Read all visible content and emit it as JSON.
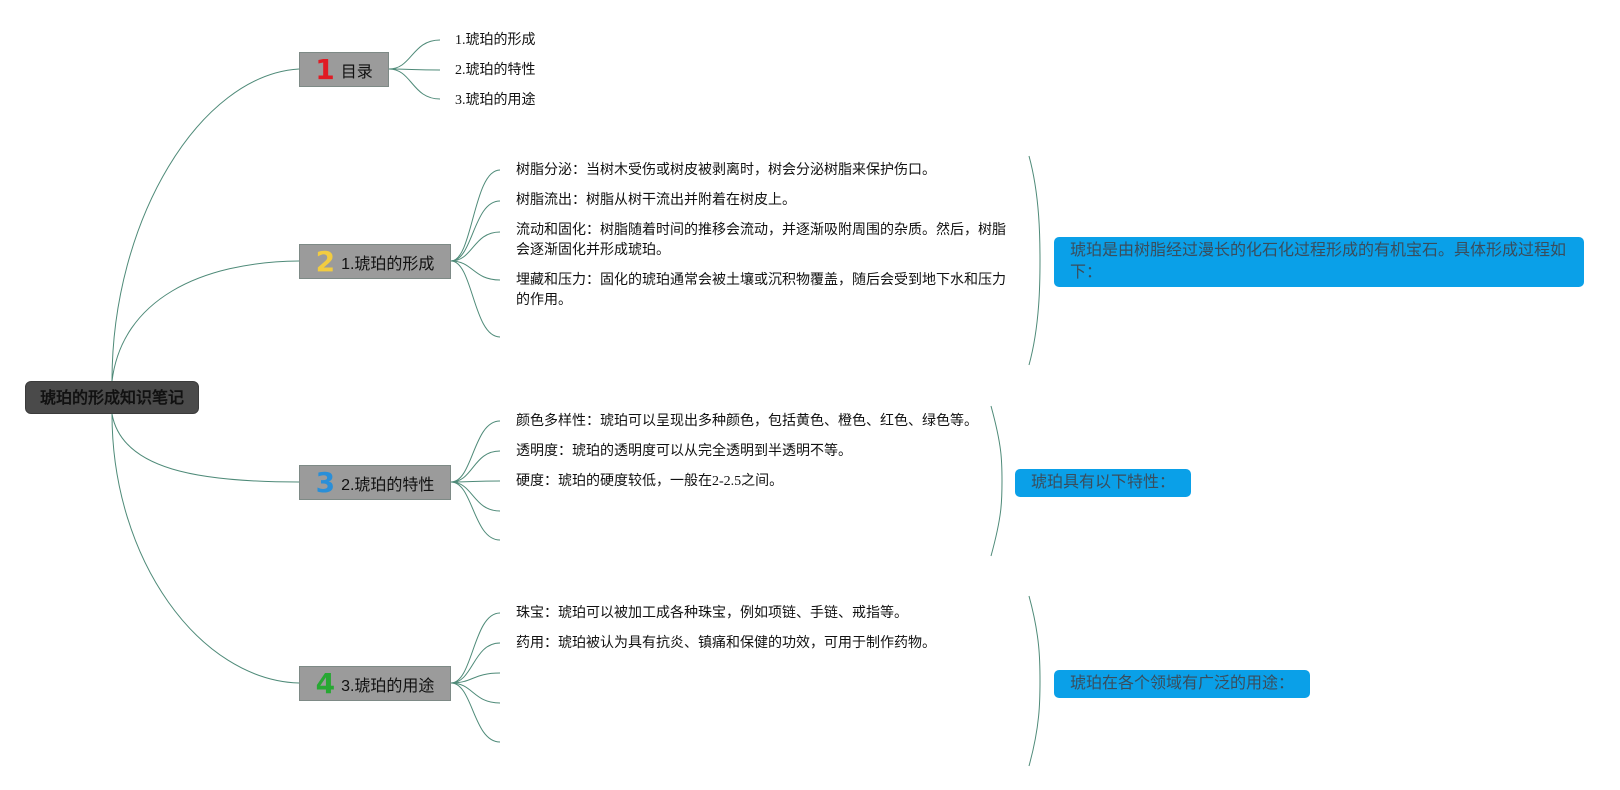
{
  "colors": {
    "line": "#4e8a78",
    "root_bg": "#4a4a4a",
    "branch_bg": "#9b9b9b",
    "summary_bg": "#0aa0e8",
    "num1": "#e01b24",
    "num2": "#f2cc40",
    "num3": "#2a8fd8",
    "num4": "#27a833"
  },
  "root": {
    "title": "琥珀的形成知识笔记"
  },
  "branches": [
    {
      "num": "1",
      "label": "目录",
      "items": [
        "1.琥珀的形成",
        "2.琥珀的特性",
        "3.琥珀的用途"
      ]
    },
    {
      "num": "2",
      "label": "1.琥珀的形成",
      "items": [
        "树脂分泌：当树木受伤或树皮被剥离时，树会分泌树脂来保护伤口。",
        "树脂流出：树脂从树干流出并附着在树皮上。",
        "流动和固化：树脂随着时间的推移会流动，并逐渐吸附周围的杂质。然后，树脂会逐渐固化并形成琥珀。",
        "埋藏和压力：固化的琥珀通常会被土壤或沉积物覆盖，随后会受到地下水和压力的作用。"
      ],
      "summary": "琥珀是由树脂经过漫长的化石化过程形成的有机宝石。具体形成过程如下："
    },
    {
      "num": "3",
      "label": "2.琥珀的特性",
      "items": [
        "颜色多样性：琥珀可以呈现出多种颜色，包括黄色、橙色、红色、绿色等。",
        "透明度：琥珀的透明度可以从完全透明到半透明不等。",
        "硬度：琥珀的硬度较低，一般在2-2.5之间。"
      ],
      "summary": "琥珀具有以下特性："
    },
    {
      "num": "4",
      "label": "3.琥珀的用途",
      "items": [
        "珠宝：琥珀可以被加工成各种珠宝，例如项链、手链、戒指等。",
        "药用：琥珀被认为具有抗炎、镇痛和保健的功效，可用于制作药物。"
      ],
      "summary": "琥珀在各个领域有广泛的用途："
    }
  ]
}
